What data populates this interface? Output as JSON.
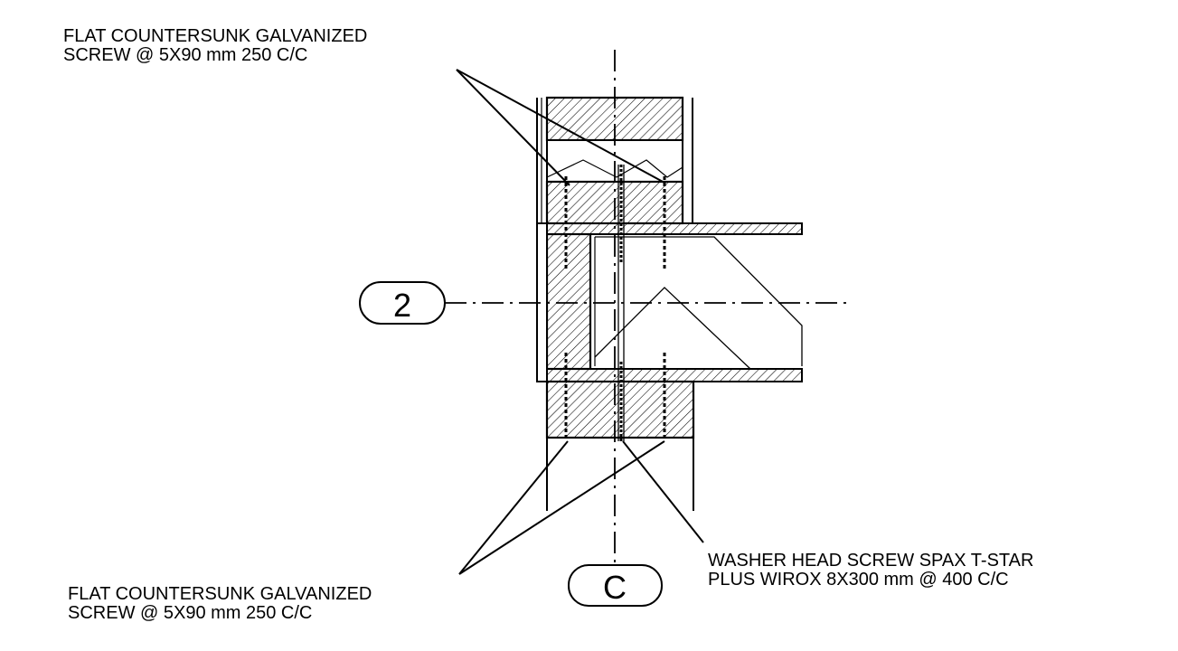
{
  "annotations": {
    "top_left": {
      "line1": "FLAT COUNTERSUNK GALVANIZED",
      "line2": "SCREW @ 5X90 mm 250 C/C"
    },
    "bottom_left": {
      "line1": "FLAT COUNTERSUNK GALVANIZED",
      "line2": "SCREW @ 5X90 mm 250 C/C"
    },
    "bottom_right": {
      "line1": "WASHER HEAD SCREW SPAX T-STAR",
      "line2": "PLUS WIROX 8X300 mm @ 400 C/C"
    }
  },
  "grid_markers": {
    "row": "2",
    "column": "C"
  },
  "colors": {
    "ink": "#000000",
    "paper": "#ffffff"
  }
}
